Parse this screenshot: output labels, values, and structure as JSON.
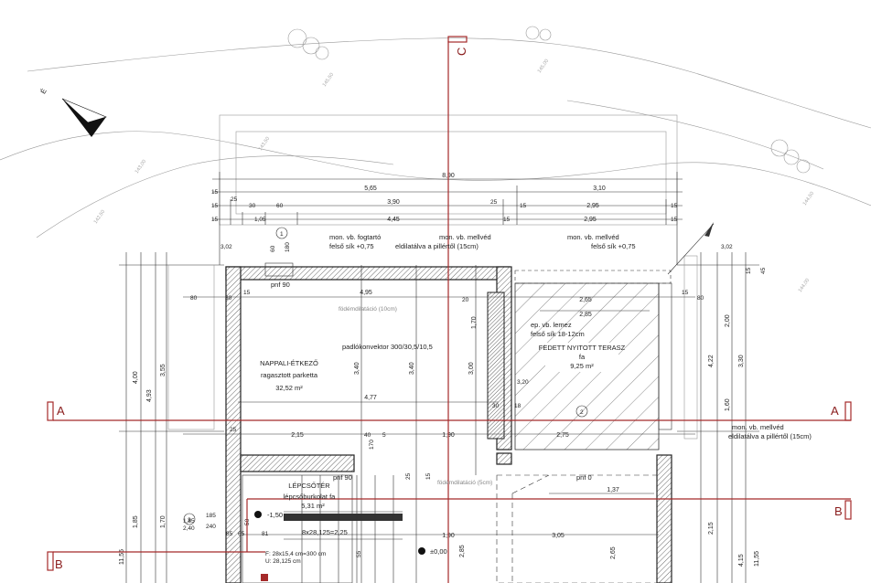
{
  "axes": {
    "A": "A",
    "B": "B",
    "C": "C"
  },
  "compass": {
    "north": "É"
  },
  "rooms": {
    "living": {
      "name": "NAPPALI-ÉTKEZŐ",
      "floor": "ragasztott parketta",
      "area": "32,52 m²"
    },
    "stair": {
      "name": "LÉPCSŐTÉR",
      "floor": "lépcsőburkolat fa",
      "area": "5,31 m²"
    },
    "terrace": {
      "name": "FEDETT NYITOTT TERASZ",
      "floor": "fa",
      "area": "9,25 m²"
    }
  },
  "notes": {
    "parapet_left": {
      "line1": "mon. vb. fogtartó",
      "line2": "felső sík +0,75"
    },
    "parapet_mid": {
      "line1": "mon. vb. mellvéd",
      "line2": "eldilatálva a pillértől (15cm)"
    },
    "parapet_right": {
      "line1": "mon. vb. mellvéd",
      "line2": "felső sík +0,75"
    },
    "parapet_far": {
      "line1": "mon. vb. mellvéd",
      "line2": "eldilatálva a pillértől (15cm)"
    },
    "convector": "padlókonvektor 300/30,5/10,5",
    "terrace_slab": {
      "line1": "ep. vb. lemez",
      "line2": "felső sík 18-12cm"
    },
    "slab_note_top": "födémdilatáció (10cm)",
    "slab_note_bottom": "födémdilatáció (5cm)",
    "window1": "pnf 90",
    "window2": "pnf 90",
    "window3": "pnf 0",
    "stair_calc": "8x28,125=2,25",
    "stair_formula": {
      "line1": "F: 28x15,4 cm=300 cm",
      "line2": "U: 28,125 cm"
    }
  },
  "levels": {
    "zero": "±0,00",
    "minus": "-1,50"
  },
  "dimensions": {
    "top_total": "8,90",
    "top_row1": [
      "5,65",
      "3,10"
    ],
    "top_row2": [
      "15",
      "25",
      "3,90",
      "25",
      "15",
      "2,95",
      "15"
    ],
    "top_row3": [
      "15",
      "30",
      "60",
      "1,05",
      "4,45",
      "15",
      "2,95",
      "15"
    ],
    "side_top": [
      "3,02",
      "3,02"
    ],
    "left_vertical": [
      "4,00",
      "4,93",
      "3,55",
      "1,85",
      "1,70",
      "11,55"
    ],
    "right_vertical": [
      "2,00",
      "3,30",
      "4,22",
      "1,60",
      "4,15",
      "11,55",
      "2,15"
    ],
    "interior": [
      "4,95",
      "4,77",
      "3,40",
      "3,40",
      "3,00",
      "2,65",
      "2,85",
      "2,15",
      "1,90",
      "1,90",
      "3,05",
      "2,75",
      "2,65",
      "1,37",
      "1,70",
      "1,80",
      "3,20",
      "3,40",
      "2,85",
      "2,15",
      "1,85",
      "2,40"
    ],
    "small": [
      "80",
      "30",
      "15",
      "25",
      "40",
      "60",
      "5",
      "18",
      "30",
      "20",
      "60",
      "180",
      "15",
      "45",
      "15",
      "80",
      "240",
      "185",
      "170",
      "25",
      "15",
      "50",
      "81",
      "85",
      "65",
      "55"
    ]
  },
  "contours": [
    "145,50",
    "145,00",
    "144,50",
    "144,00",
    "143,50",
    "143,00",
    "142,50"
  ],
  "markers": {
    "m1": "1",
    "m2": "2",
    "m3": "3"
  }
}
